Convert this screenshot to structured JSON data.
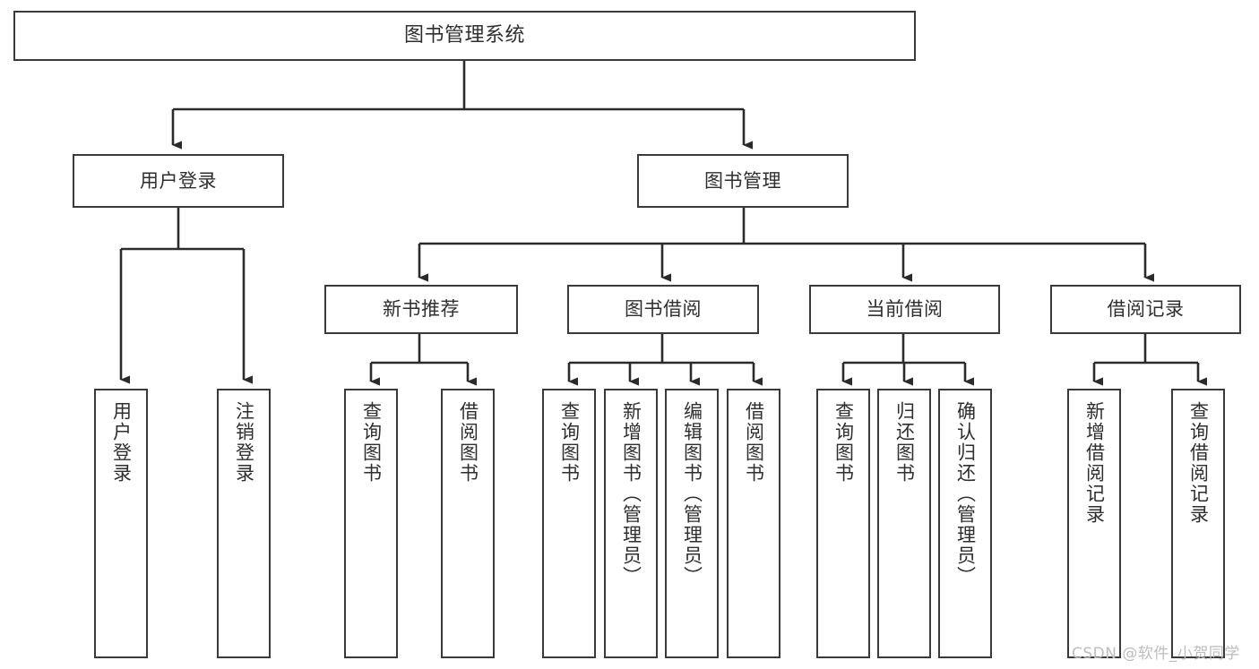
{
  "diagram": {
    "type": "tree",
    "title": "图书管理系统",
    "colors": {
      "box_border": "#3a3a3a",
      "box_fill": "#ffffff",
      "text": "#2f2f2f",
      "connector": "#2b2b2b",
      "watermark": "#bdbdbd",
      "background": "#ffffff"
    },
    "root": {
      "label": "图书管理系统"
    },
    "level2": [
      {
        "label": "用户登录"
      },
      {
        "label": "图书管理"
      }
    ],
    "level3": [
      {
        "label": "新书推荐"
      },
      {
        "label": "图书借阅"
      },
      {
        "label": "当前借阅"
      },
      {
        "label": "借阅记录"
      }
    ],
    "leaves": {
      "user_login": [
        {
          "label": "用户登录"
        },
        {
          "label": "注销登录"
        }
      ],
      "new_book_recommend": [
        {
          "label": "查询图书"
        },
        {
          "label": "借阅图书"
        }
      ],
      "book_borrow": [
        {
          "label": "查询图书"
        },
        {
          "label": "新增图书（管理员）"
        },
        {
          "label": "编辑图书（管理员）"
        },
        {
          "label": "借阅图书"
        }
      ],
      "current_borrow": [
        {
          "label": "查询图书"
        },
        {
          "label": "归还图书"
        },
        {
          "label": "确认归还（管理员）"
        }
      ],
      "borrow_record": [
        {
          "label": "新增借阅记录"
        },
        {
          "label": "查询借阅记录"
        }
      ]
    }
  },
  "watermark": {
    "text": "CSDN @软件_小贺同学"
  }
}
